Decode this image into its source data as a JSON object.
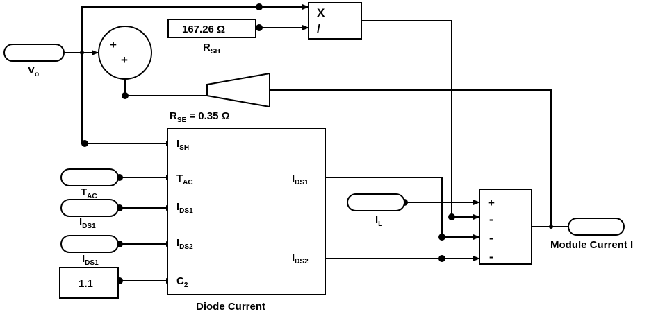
{
  "blocks": {
    "vo": {
      "label": "V",
      "sub": "o"
    },
    "sum_top": {
      "signs": [
        "+",
        "+"
      ]
    },
    "divider": {
      "op1": "X",
      "op2": "/"
    },
    "rsh_const": {
      "value": "167.26 Ω",
      "label": "R",
      "sub": "SH"
    },
    "gain_rse": {
      "label_pre": "R",
      "sub": "SE",
      "label_post": " = 0.35 Ω"
    },
    "tac": {
      "label": "T",
      "sub": "AC"
    },
    "ids1_in": {
      "label": "I",
      "sub": "DS1"
    },
    "ids2_in": {
      "label": "I",
      "sub": "DS1"
    },
    "const_c2": {
      "value": "1.1"
    },
    "il": {
      "label": "I",
      "sub": "L"
    },
    "sum_out": {
      "signs": [
        "+",
        "-",
        "-",
        "-"
      ]
    },
    "module_current": {
      "label": "Module Current I"
    }
  },
  "diode_current": {
    "title": "Diode Current",
    "ports_in": [
      {
        "label": "I",
        "sub": "SH"
      },
      {
        "label": "T",
        "sub": "AC"
      },
      {
        "label": "I",
        "sub": "DS1"
      },
      {
        "label": "I",
        "sub": "DS2"
      },
      {
        "label": "C",
        "sub": "2"
      }
    ],
    "ports_out": [
      {
        "label": "I",
        "sub": "DS1"
      },
      {
        "label": "I",
        "sub": "DS2"
      }
    ]
  }
}
